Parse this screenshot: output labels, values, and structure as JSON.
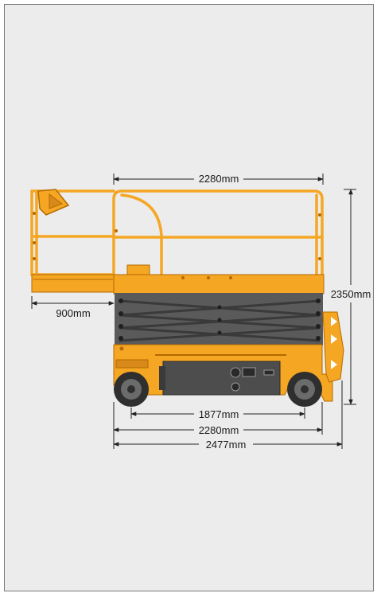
{
  "dimensions": {
    "top_width": "2280mm",
    "height": "2350mm",
    "extension": "900mm",
    "wheelbase": "1877mm",
    "chassis_width": "2280mm",
    "overall_length": "2477mm"
  },
  "colors": {
    "machine": "#f5a623",
    "machine_dark": "#d9891a",
    "scissor": "#5a5a5a",
    "panel": "#4d4d4d",
    "tire": "#2f2f2f",
    "background": "#ececec",
    "dim_line": "#222222"
  }
}
